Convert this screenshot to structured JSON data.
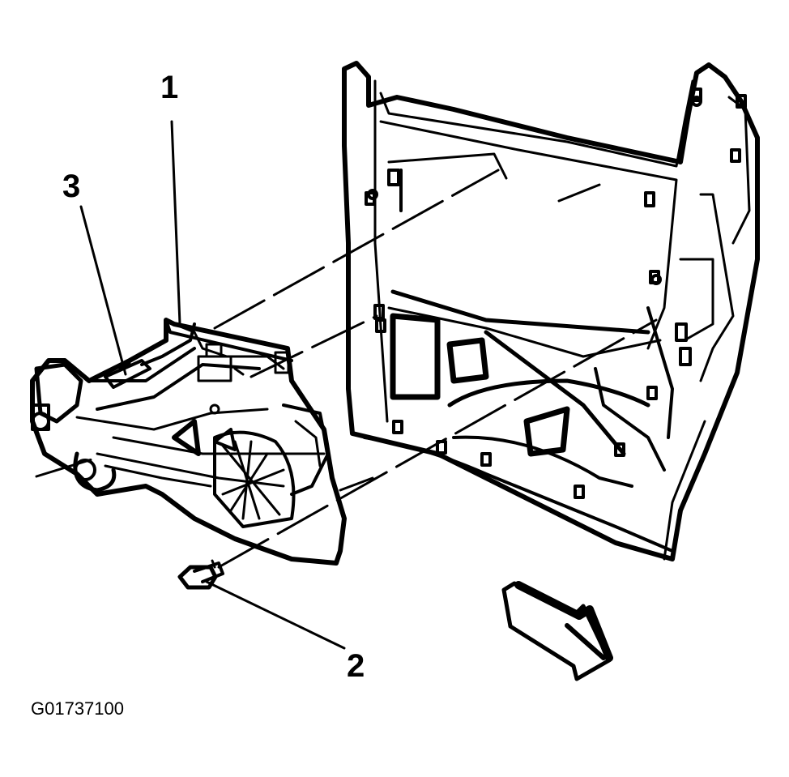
{
  "figure": {
    "id": "G01737100",
    "callouts": [
      {
        "key": "window-regulator",
        "label": "1"
      },
      {
        "key": "bolt",
        "label": "2"
      },
      {
        "key": "clip",
        "label": "3"
      }
    ]
  },
  "colors": {
    "line": "#000000",
    "fill": "#ffffff",
    "shade": "#000000"
  },
  "icons": [
    "forward-direction-arrow-icon"
  ]
}
